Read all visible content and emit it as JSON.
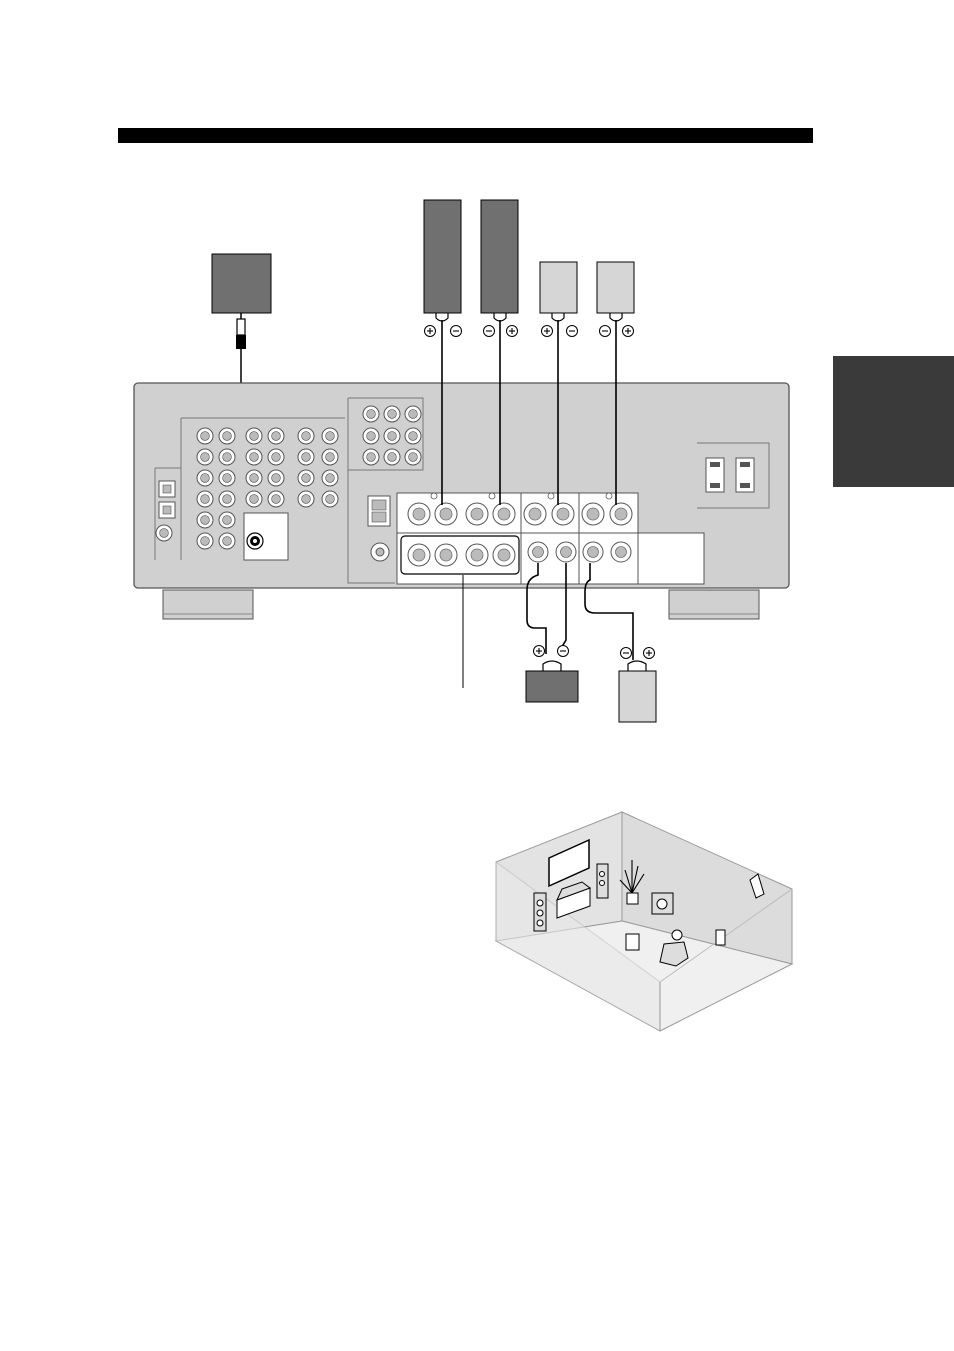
{
  "page": {
    "background": "#ffffff"
  },
  "colors": {
    "bar": "#000000",
    "tab": "#3a3a3a",
    "panel": "#d0d0d0",
    "speaker_dark": "#707070",
    "speaker_light": "#d6d6d6",
    "wall": "#e3e3e3",
    "floor": "#f0f0f0",
    "wire": "#000000"
  },
  "speakers": {
    "front_left": {
      "polarity": [
        "+",
        "−"
      ],
      "color": "dark"
    },
    "front_right": {
      "polarity": [
        "−",
        "+"
      ],
      "color": "dark"
    },
    "surround_left": {
      "polarity": [
        "+",
        "−"
      ],
      "color": "light"
    },
    "surround_right": {
      "polarity": [
        "−",
        "+"
      ],
      "color": "light"
    },
    "center": {
      "polarity": [
        "+",
        "−"
      ],
      "color": "dark"
    },
    "surround_back": {
      "polarity": [
        "−",
        "+"
      ],
      "color": "light"
    }
  },
  "icons": {
    "subwoofer": "subwoofer-box-icon",
    "rca_plug": "rca-plug-icon",
    "room": "room-layout-illustration"
  }
}
